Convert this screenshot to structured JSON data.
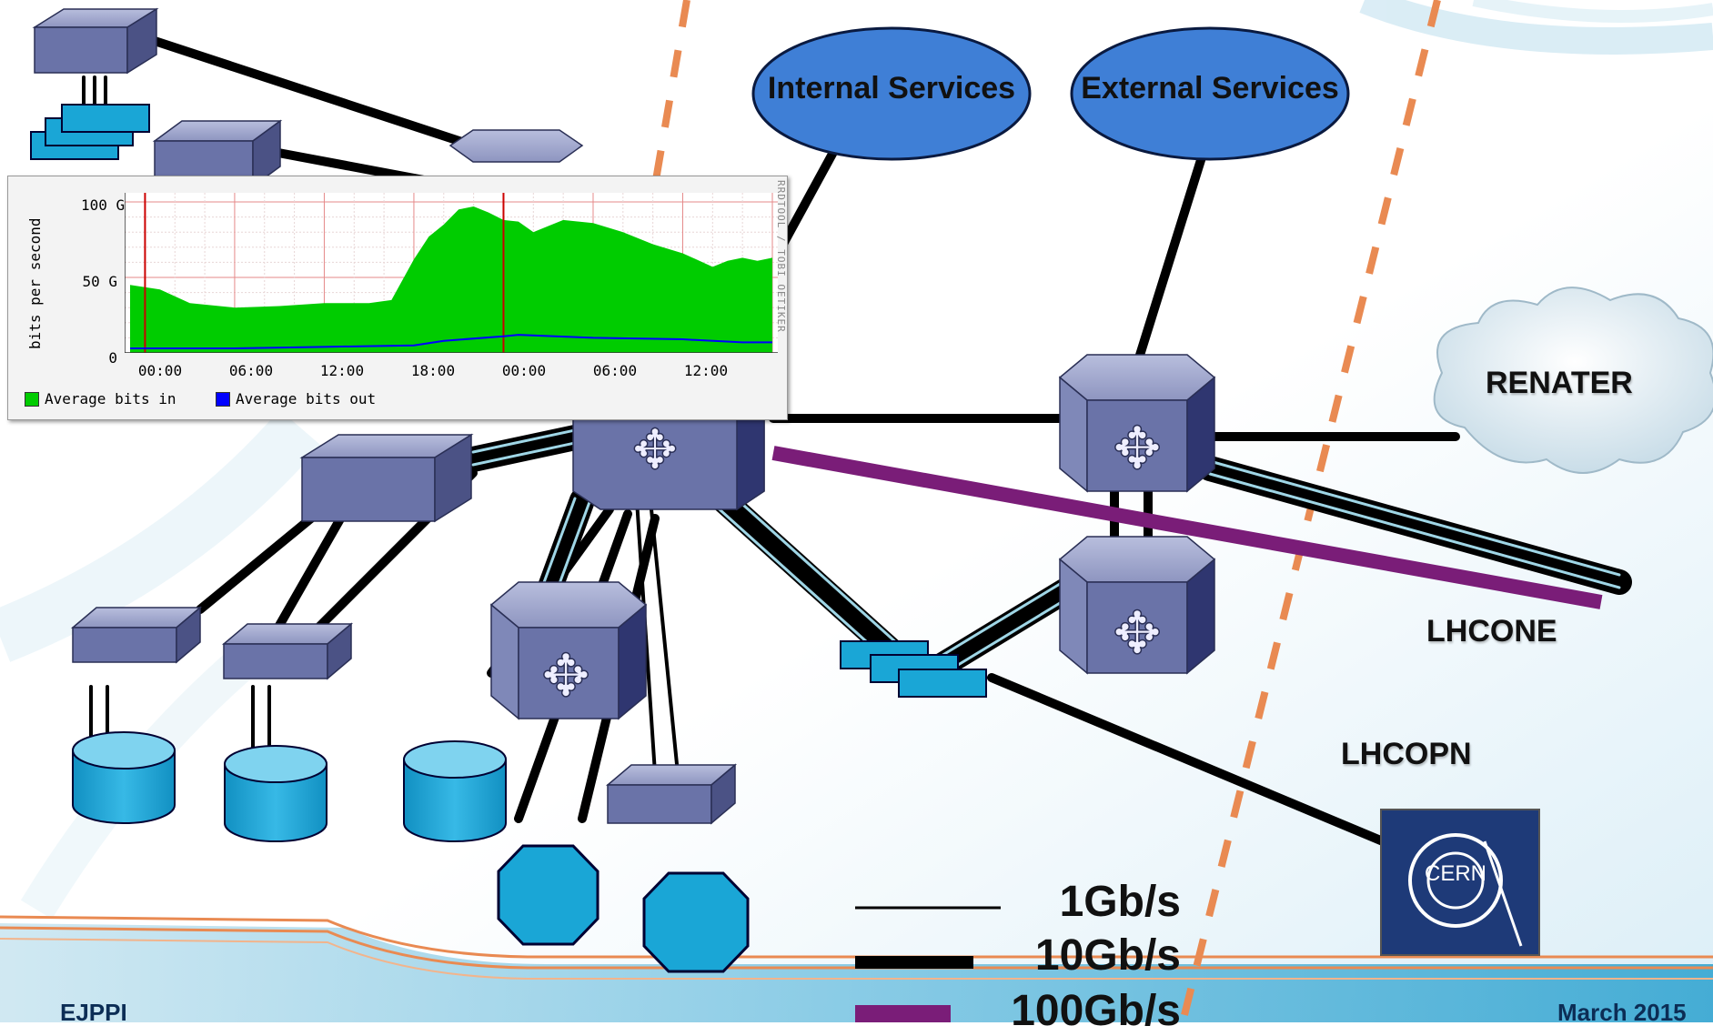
{
  "services": {
    "internal": "Internal Services",
    "external": "External Services"
  },
  "sites": {
    "renater": "RENATER",
    "lhcone": "LHCONE",
    "lhcopn": "LHCOPN",
    "cern": "CERN"
  },
  "legend": {
    "l1": "1Gb/s",
    "l10": "10Gb/s",
    "l100": "100Gb/s"
  },
  "colors": {
    "link_100g": "#7a1d78",
    "device_blue": "#6a73a8",
    "storage_cyan": "#1aa6d6",
    "service_blue": "#3f7fd6",
    "boundary_orange": "#e98a52",
    "traffic_in": "#00cc00",
    "traffic_out": "#0000ff"
  },
  "footer": {
    "left": "EJPPI",
    "right": "March 2015"
  },
  "chart_data": {
    "type": "area",
    "ylabel": "bits per second",
    "side_label": "RRDTOOL / TOBI OETIKER",
    "yticks": [
      "100 G",
      "50 G",
      "0"
    ],
    "ylim_gbps": [
      0,
      100
    ],
    "xticks": [
      "00:00",
      "06:00",
      "12:00",
      "18:00",
      "00:00",
      "06:00",
      "12:00"
    ],
    "x_hours": [
      -1,
      42
    ],
    "grid": true,
    "legend_placement": "bottom",
    "series": [
      {
        "name": "Average bits in",
        "color": "#00cc00",
        "x": [
          -1,
          1,
          3,
          6,
          9,
          12,
          15,
          16.5,
          18,
          19,
          20,
          21,
          22,
          23,
          24,
          25,
          26,
          27,
          28,
          30,
          32,
          34,
          36,
          38,
          39,
          40,
          41,
          42
        ],
        "values": [
          45,
          42,
          33,
          30,
          31,
          33,
          33,
          35,
          62,
          77,
          85,
          95,
          97,
          93,
          88,
          87,
          80,
          84,
          88,
          86,
          80,
          72,
          66,
          57,
          61,
          63,
          61,
          63
        ]
      },
      {
        "name": "Average bits out",
        "color": "#0000ff",
        "x": [
          -1,
          6,
          12,
          18,
          20,
          24,
          25,
          30,
          36,
          40,
          42
        ],
        "values": [
          3,
          3,
          4,
          5,
          8,
          11,
          12,
          10,
          9,
          7,
          7
        ]
      }
    ]
  }
}
